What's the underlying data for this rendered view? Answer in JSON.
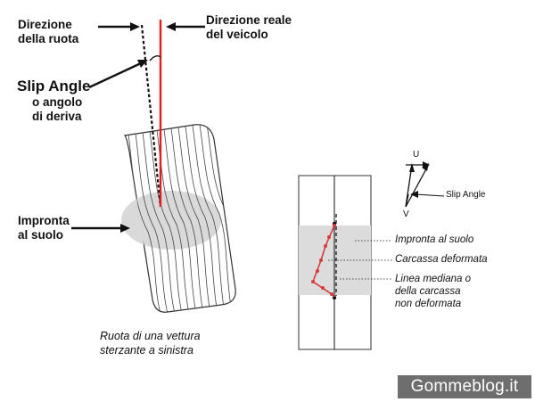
{
  "left_figure": {
    "wheel_direction_label": [
      "Direzione",
      "della ruota"
    ],
    "vehicle_direction_label": [
      "Direzione reale",
      "del veicolo"
    ],
    "slip_angle_title": "Slip Angle",
    "slip_angle_subtitle": [
      "o angolo",
      "di deriva"
    ],
    "contact_patch_label": [
      "Impronta",
      "al suolo"
    ],
    "caption": [
      "Ruota di una vettura",
      "sterzante a sinistra"
    ]
  },
  "right_figure": {
    "vector_labels": {
      "u": "U",
      "v": "V",
      "slip_angle": "Slip Angle"
    },
    "annotations": {
      "contact_patch": "Impronta al suolo",
      "deformed_carcass": "Carcassa deformata",
      "median_line": [
        "Linea mediana o",
        "della carcassa",
        "non deformata"
      ]
    }
  },
  "watermark": "Gommeblog.it",
  "colors": {
    "vehicle_direction_line": "#e02020",
    "deformed_carcass": "#d63a3a",
    "contact_patch_fill": "#d9d9d9",
    "watermark_bg": "#6e6e6e"
  }
}
